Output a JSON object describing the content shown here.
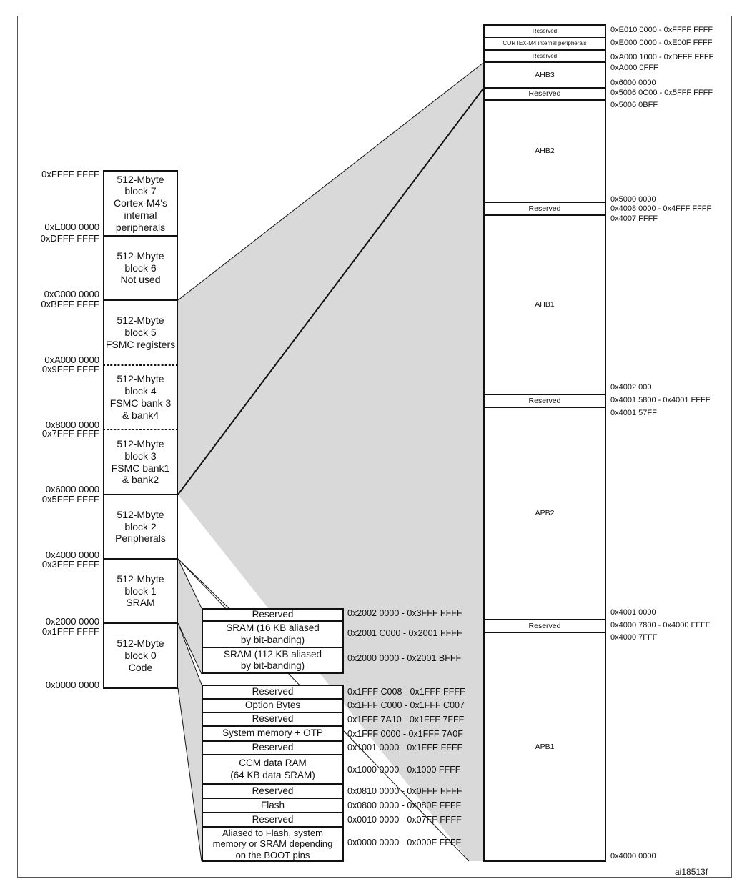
{
  "figure_id": "ai18513f",
  "main_blocks": [
    {
      "label": "512-Mbyte\nblock 7\nCortex-M4's\ninternal\nperipherals",
      "top_addr": "0xFFFF FFFF",
      "bottom_addr": "0xE000 0000"
    },
    {
      "label": "512-Mbyte\nblock 6\nNot used",
      "top_addr": "0xDFFF FFFF",
      "bottom_addr": "0xC000 0000"
    },
    {
      "label": "512-Mbyte\nblock 5\nFSMC registers",
      "top_addr": "0xBFFF FFFF",
      "bottom_addr": "0xA000 0000"
    },
    {
      "label": "512-Mbyte\nblock 4\nFSMC bank 3\n& bank4",
      "top_addr": "0x9FFF FFFF",
      "bottom_addr": "0x8000 0000"
    },
    {
      "label": "512-Mbyte\nblock 3\nFSMC bank1\n& bank2",
      "top_addr": "0x7FFF FFFF",
      "bottom_addr": "0x6000 0000"
    },
    {
      "label": "512-Mbyte\nblock 2\nPeripherals",
      "top_addr": "0x5FFF FFFF",
      "bottom_addr": "0x4000 0000"
    },
    {
      "label": "512-Mbyte\nblock 1\nSRAM",
      "top_addr": "0x3FFF FFFF",
      "bottom_addr": "0x2000 0000"
    },
    {
      "label": "512-Mbyte\nblock 0\nCode",
      "top_addr": "0x1FFF FFFF",
      "bottom_addr": "0x0000 0000"
    }
  ],
  "sram_regions": [
    {
      "label": "Reserved",
      "range": "0x2002 0000 - 0x3FFF FFFF"
    },
    {
      "label": "SRAM (16 KB aliased\nby bit-banding)",
      "range": "0x2001 C000 - 0x2001 FFFF"
    },
    {
      "label": "SRAM (112 KB aliased\nby bit-banding)",
      "range": "0x2000 0000 - 0x2001 BFFF"
    }
  ],
  "code_regions": [
    {
      "label": "Reserved",
      "range": "0x1FFF C008 - 0x1FFF FFFF"
    },
    {
      "label": "Option Bytes",
      "range": "0x1FFF C000 - 0x1FFF C007"
    },
    {
      "label": "Reserved",
      "range": "0x1FFF 7A10 - 0x1FFF 7FFF"
    },
    {
      "label": "System memory + OTP",
      "range": "0x1FFF 0000 - 0x1FFF 7A0F"
    },
    {
      "label": "Reserved",
      "range": "0x1001 0000 - 0x1FFE FFFF"
    },
    {
      "label": "CCM data RAM\n(64 KB data SRAM)",
      "range": "0x1000 0000 - 0x1000 FFFF"
    },
    {
      "label": "Reserved",
      "range": "0x0810 0000 - 0x0FFF FFFF"
    },
    {
      "label": "Flash",
      "range": "0x0800 0000 - 0x080F FFFF"
    },
    {
      "label": "Reserved",
      "range": "0x0010 0000 - 0x07FF FFFF"
    },
    {
      "label": "Aliased to Flash, system\nmemory or SRAM depending\non the BOOT pins",
      "range": "0x0000 0000 - 0x000F FFFF"
    }
  ],
  "peripheral_regions": [
    {
      "label": "Reserved"
    },
    {
      "label": "CORTEX-M4 internal peripherals"
    },
    {
      "label": "Reserved"
    },
    {
      "label": "AHB3"
    },
    {
      "label": "Reserved"
    },
    {
      "label": "AHB2"
    },
    {
      "label": "Reserved"
    },
    {
      "label": "AHB1"
    },
    {
      "label": "Reserved"
    },
    {
      "label": "APB2"
    },
    {
      "label": "Reserved"
    },
    {
      "label": "APB1"
    }
  ],
  "peripheral_addresses": [
    "0xE010 0000 - 0xFFFF FFFF",
    "0xE000 0000 - 0xE00F FFFF",
    "0xA000 1000 - 0xDFFF FFFF",
    "0xA000 0FFF",
    "0x6000 0000",
    "0x5006 0C00 - 0x5FFF FFFF",
    "0x5006 0BFF",
    "0x5000 0000",
    "0x4008 0000 - 0x4FFF FFFF",
    "0x4007 FFFF",
    "0x4002 000",
    "0x4001 5800 - 0x4001 FFFF",
    "0x4001 57FF",
    "0x4001 0000",
    "0x4000 7800 - 0x4000 FFFF",
    "0x4000 7FFF",
    "0x4000 0000"
  ],
  "colors": {
    "shade": "#d9d9d9",
    "line": "#111111"
  }
}
